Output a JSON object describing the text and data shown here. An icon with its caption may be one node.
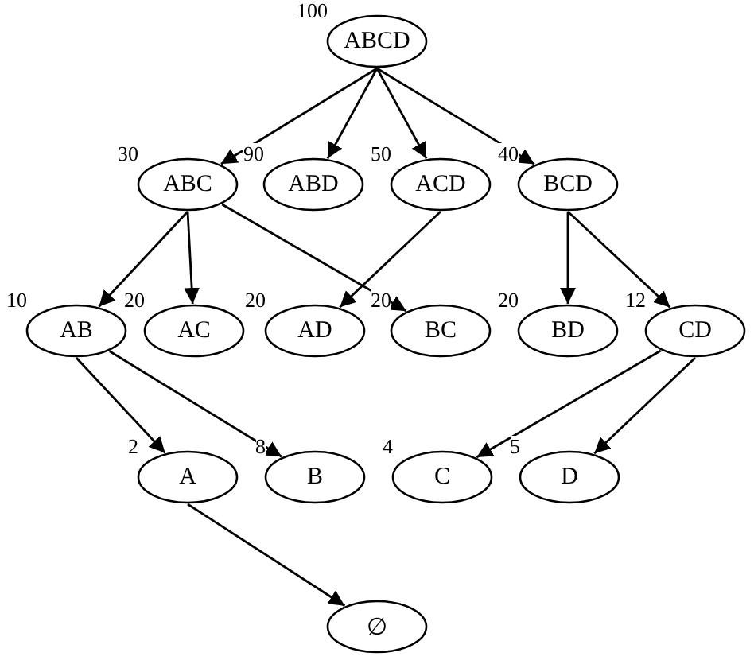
{
  "diagram": {
    "nodes": [
      {
        "text": [
          "ABCD"
        ],
        "beside": [
          "100"
        ]
      },
      {
        "text": [
          "ABC"
        ],
        "beside": [
          "30"
        ]
      },
      {
        "text": [
          "ABD"
        ],
        "beside": [
          "90"
        ]
      },
      {
        "text": [
          "ACD"
        ],
        "beside": [
          "50"
        ]
      },
      {
        "text": [
          "BCD"
        ],
        "beside": [
          "40"
        ]
      },
      {
        "text": [
          "AB"
        ],
        "beside": [
          "10"
        ]
      },
      {
        "text": [
          "AC"
        ],
        "beside": [
          "20"
        ]
      },
      {
        "text": [
          "AD"
        ],
        "beside": [
          "20"
        ]
      },
      {
        "text": [
          "BC"
        ],
        "beside": [
          "20"
        ]
      },
      {
        "text": [
          "BD"
        ],
        "beside": [
          "20"
        ]
      },
      {
        "text": [
          "CD"
        ],
        "beside": [
          "12"
        ]
      },
      {
        "text": [
          "A"
        ],
        "beside": [
          "2"
        ]
      },
      {
        "text": [
          "B"
        ],
        "beside": [
          "8"
        ]
      },
      {
        "text": [
          "C"
        ],
        "beside": [
          "4"
        ]
      },
      {
        "text": [
          "D"
        ],
        "beside": [
          "5"
        ]
      },
      {
        "text": [
          "∅"
        ]
      }
    ],
    "edges": [
      {
        "from": 0,
        "to": 1,
        "arrow": "to"
      },
      {
        "from": 0,
        "to": 2,
        "arrow": "to"
      },
      {
        "from": 0,
        "to": 3,
        "arrow": "to"
      },
      {
        "from": 0,
        "to": 4,
        "arrow": "to"
      },
      {
        "from": 1,
        "to": 5,
        "arrow": "to"
      },
      {
        "from": 1,
        "to": 6,
        "arrow": "to"
      },
      {
        "from": 1,
        "to": 8,
        "arrow": "to"
      },
      {
        "from": 3,
        "to": 7,
        "arrow": "to"
      },
      {
        "from": 4,
        "to": 9,
        "arrow": "to"
      },
      {
        "from": 4,
        "to": 10,
        "arrow": "to"
      },
      {
        "from": 5,
        "to": 11,
        "arrow": "to"
      },
      {
        "from": 5,
        "to": 12,
        "arrow": "to"
      },
      {
        "from": 10,
        "to": 13,
        "arrow": "to"
      },
      {
        "from": 10,
        "to": 14,
        "arrow": "to"
      },
      {
        "from": 11,
        "to": 15,
        "arrow": "to"
      }
    ]
  }
}
